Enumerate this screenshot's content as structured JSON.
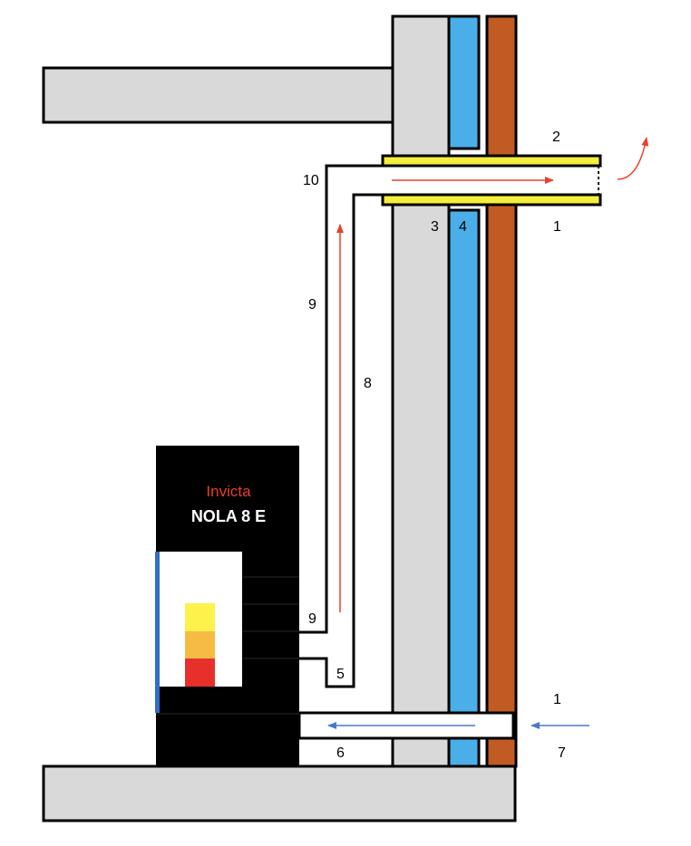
{
  "stove": {
    "brand": "Invicta",
    "model": "NOLA 8 E"
  },
  "labels": {
    "l1_top": "1",
    "l2": "2",
    "l10": "10",
    "l3": "3",
    "l4": "4",
    "l9_upper": "9",
    "l8": "8",
    "l9_lower": "9",
    "l5": "5",
    "l1_bottom": "1",
    "l6": "6",
    "l7": "7"
  },
  "colors": {
    "wall_grey": "#d9d9d9",
    "insulation_blue": "#4aaee8",
    "cladding_brown": "#c15b23",
    "sleeve_yellow": "#f5ee3c",
    "exhaust_red": "#e8402a",
    "intake_blue": "#4a78c8",
    "stove_black": "#000000",
    "glass_blue": "#2f6fc4",
    "flame_yellow": "#fdf14c",
    "flame_orange": "#f5bb44",
    "flame_red": "#e8302a"
  }
}
